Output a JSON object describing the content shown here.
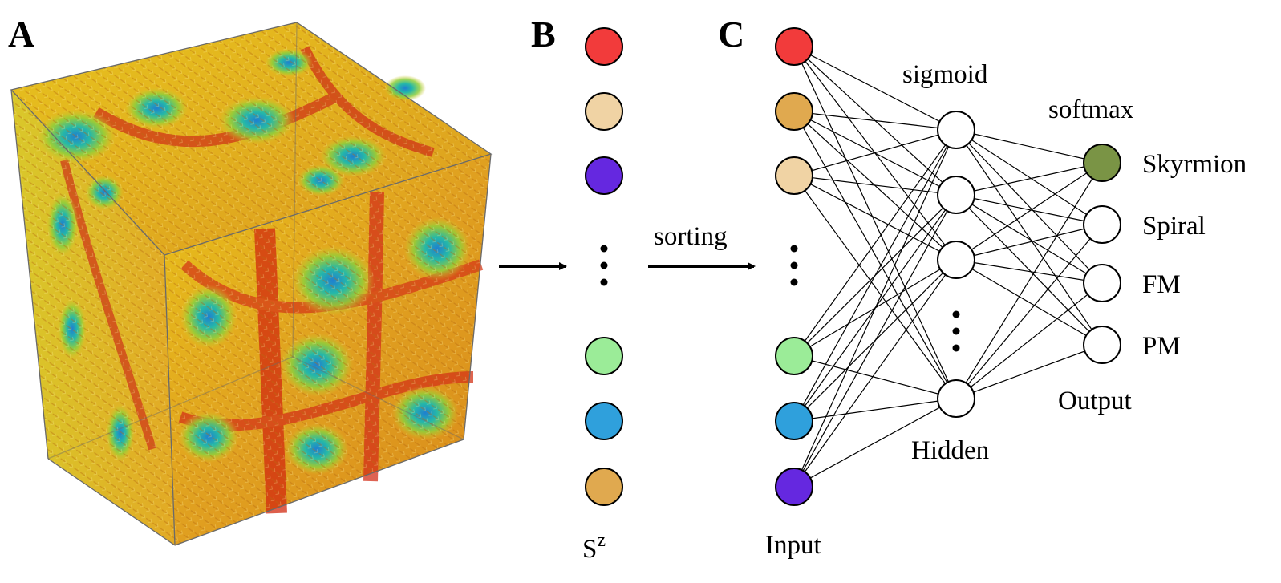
{
  "panels": {
    "a": "A",
    "b": "B",
    "c": "C"
  },
  "labels": {
    "sorting": "sorting",
    "sz_base": "S",
    "sz_sup": "z",
    "input": "Input",
    "hidden": "Hidden",
    "output": "Output",
    "sigmoid": "sigmoid",
    "softmax": "softmax"
  },
  "column_b_colors": [
    "#f23b3b",
    "#f0d3a4",
    "#6528e0",
    "#9bec98",
    "#2fa0dc",
    "#e0a94f"
  ],
  "input_colors": [
    "#f23b3b",
    "#e0a94f",
    "#f0d3a4",
    "#9bec98",
    "#2fa0dc",
    "#6528e0"
  ],
  "hidden_count_visible": 4,
  "outputs": [
    {
      "label": "Skyrmion",
      "color": "#7a9445"
    },
    {
      "label": "Spiral",
      "color": "#ffffff"
    },
    {
      "label": "FM",
      "color": "#ffffff"
    },
    {
      "label": "PM",
      "color": "#ffffff"
    }
  ]
}
